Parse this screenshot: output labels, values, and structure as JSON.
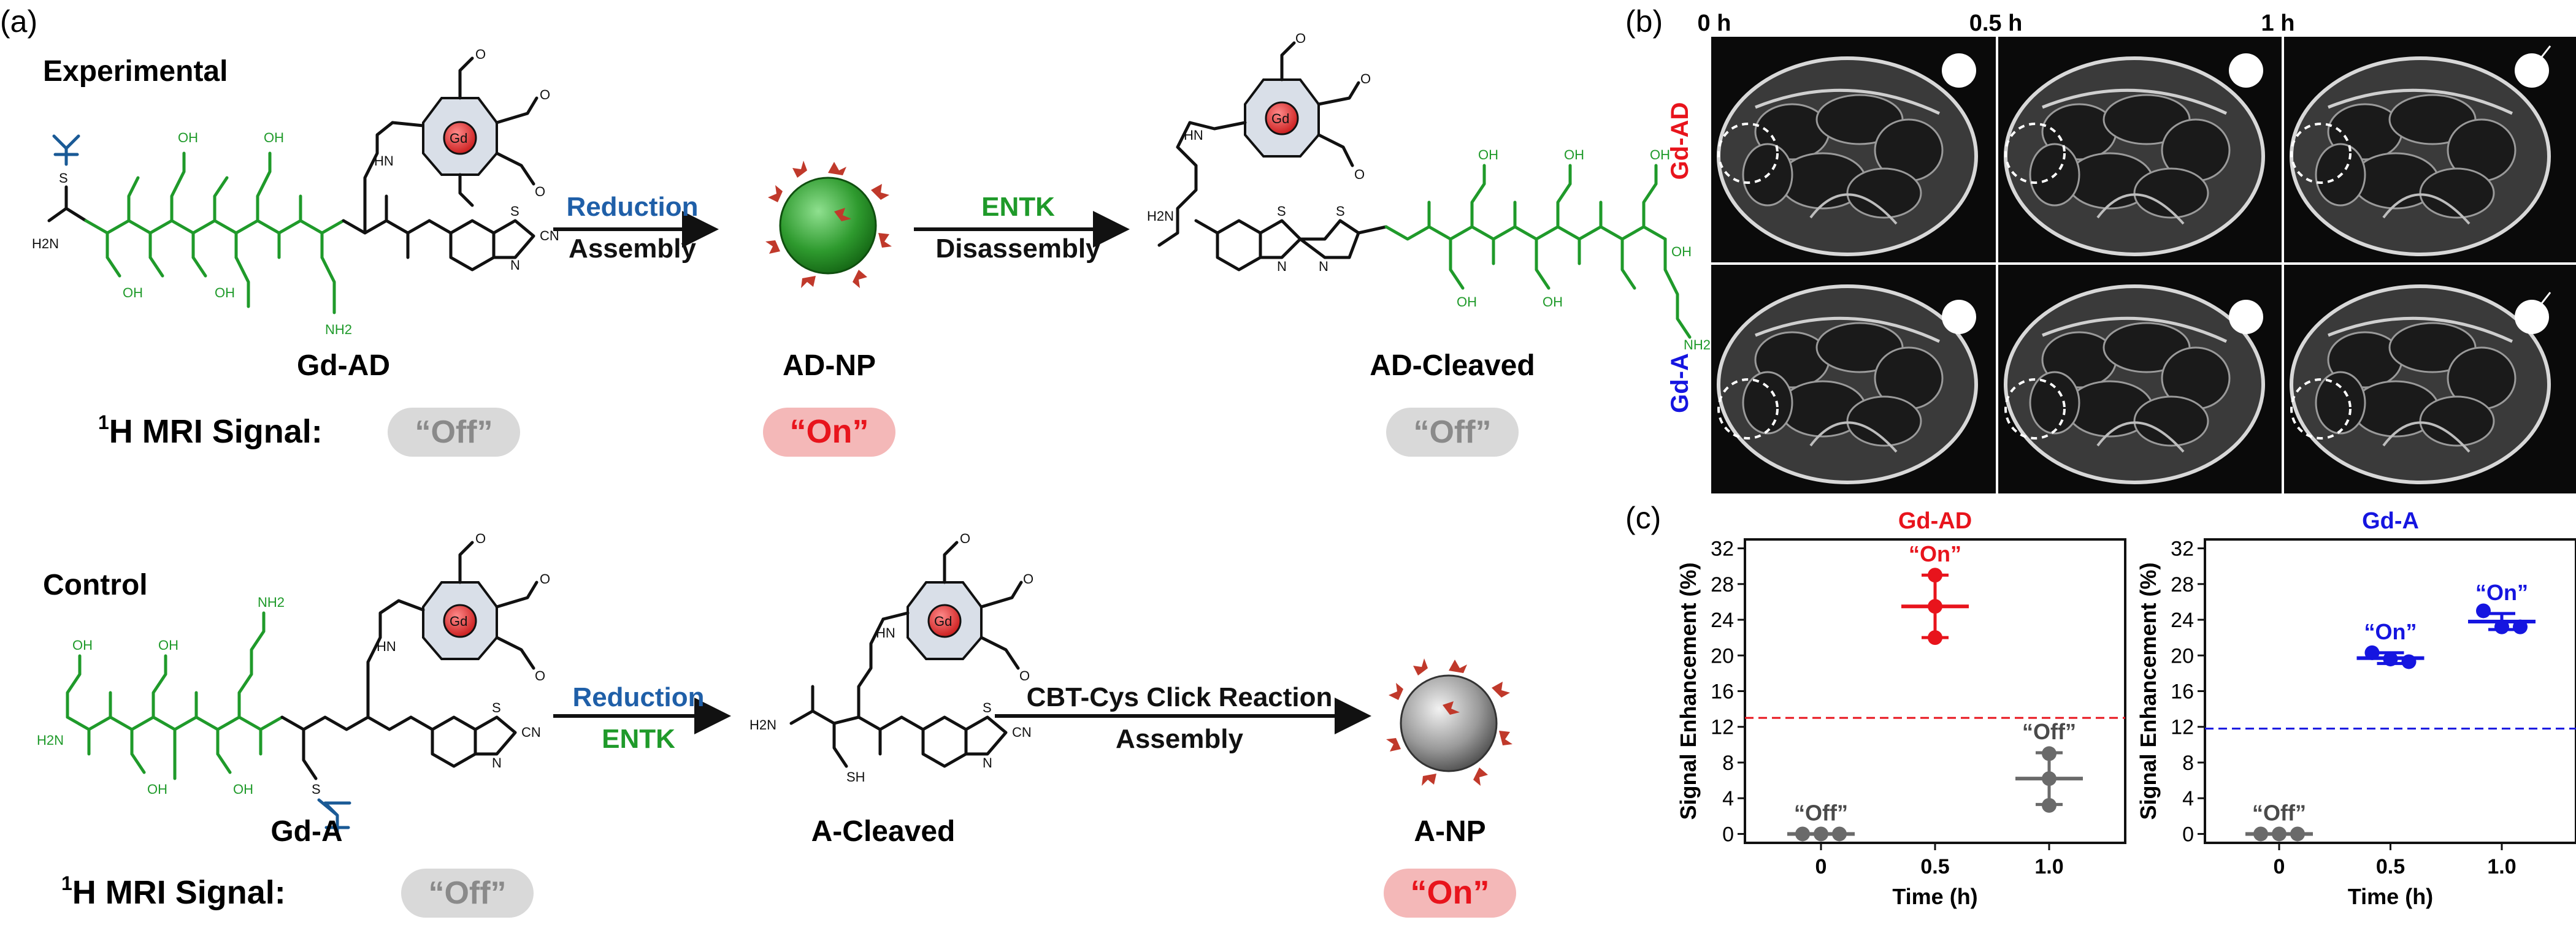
{
  "panels": {
    "a": "(a)",
    "b": "(b)",
    "c": "(c)"
  },
  "experimental": {
    "heading": "Experimental",
    "compound1": "Gd-AD",
    "arrow1_top": "Reduction",
    "arrow1_bottom": "Assembly",
    "compound2": "AD-NP",
    "arrow2_top": "ENTK",
    "arrow2_bottom": "Disassembly",
    "compound3": "AD-Cleaved",
    "signal_prefix": "H MRI Signal:",
    "signal_sup": "1",
    "state1": "“Off”",
    "state2": "“On”",
    "state3": "“Off”"
  },
  "control": {
    "heading": "Control",
    "compound1": "Gd-A",
    "arrow1_top": "Reduction",
    "arrow1_bottom": "ENTK",
    "compound2": "A-Cleaved",
    "arrow2_top": "CBT-Cys Click Reaction",
    "arrow2_bottom": "Assembly",
    "compound3": "A-NP",
    "signal_prefix": "H MRI Signal:",
    "signal_sup": "1",
    "state1": "“Off”",
    "state3": "“On”"
  },
  "atom_labels": {
    "S": "S",
    "N": "N",
    "O": "O",
    "H2N": "H2N",
    "NH2": "NH2",
    "OH": "OH",
    "CN": "CN",
    "SH": "SH",
    "HN": "HN",
    "Gd": "Gd"
  },
  "mri": {
    "columns": [
      "0 h",
      "0.5 h",
      "1 h"
    ],
    "rows": [
      "Gd-AD",
      "Gd-A"
    ]
  },
  "colors": {
    "gd_ad": "#e8141c",
    "gd_a": "#1515e0",
    "off_badge": "#d9d9d9",
    "on_badge": "#f4b8b8",
    "reduction_blue": "#1f5fa8",
    "entk_green": "#1f9a2a",
    "nanoparticle_green": "#2e9a2e",
    "nanoparticle_gray": "#9a9a9a",
    "decor_red": "#c0392b",
    "off_points": "#6a6a6a"
  },
  "chart_data": [
    {
      "type": "scatter",
      "title": "Gd-AD",
      "xlabel": "Time (h)",
      "ylabel": "Signal Enhancement (%)",
      "categories": [
        "0",
        "0.5",
        "1.0"
      ],
      "ylim": [
        -1,
        33
      ],
      "yticks": [
        0,
        4,
        8,
        12,
        16,
        20,
        24,
        28,
        32
      ],
      "threshold": 13.0,
      "groups": [
        {
          "x": "0",
          "points": [
            0,
            0,
            0
          ],
          "mean": 0,
          "sd": 0,
          "color": "#6a6a6a",
          "label": "“Off”"
        },
        {
          "x": "0.5",
          "points": [
            29,
            25.5,
            22
          ],
          "mean": 25.5,
          "sd": 3.5,
          "color": "#e8141c",
          "label": "“On”"
        },
        {
          "x": "1.0",
          "points": [
            9,
            6.2,
            3.2
          ],
          "mean": 6.2,
          "sd": 2.9,
          "color": "#6a6a6a",
          "label": "“Off”"
        }
      ]
    },
    {
      "type": "scatter",
      "title": "Gd-A",
      "xlabel": "Time (h)",
      "ylabel": "Signal Enhancement (%)",
      "categories": [
        "0",
        "0.5",
        "1.0"
      ],
      "ylim": [
        -1,
        33
      ],
      "yticks": [
        0,
        4,
        8,
        12,
        16,
        20,
        24,
        28,
        32
      ],
      "threshold": 11.8,
      "groups": [
        {
          "x": "0",
          "points": [
            0,
            0,
            0
          ],
          "mean": 0,
          "sd": 0,
          "color": "#6a6a6a",
          "label": "“Off”"
        },
        {
          "x": "0.5",
          "points": [
            20.3,
            19.6,
            19.3
          ],
          "mean": 19.7,
          "sd": 0.6,
          "color": "#1515e0",
          "label": "“On”"
        },
        {
          "x": "1.0",
          "points": [
            25,
            23.2,
            23.2
          ],
          "mean": 23.8,
          "sd": 0.9,
          "color": "#1515e0",
          "label": "“On”"
        }
      ]
    }
  ]
}
